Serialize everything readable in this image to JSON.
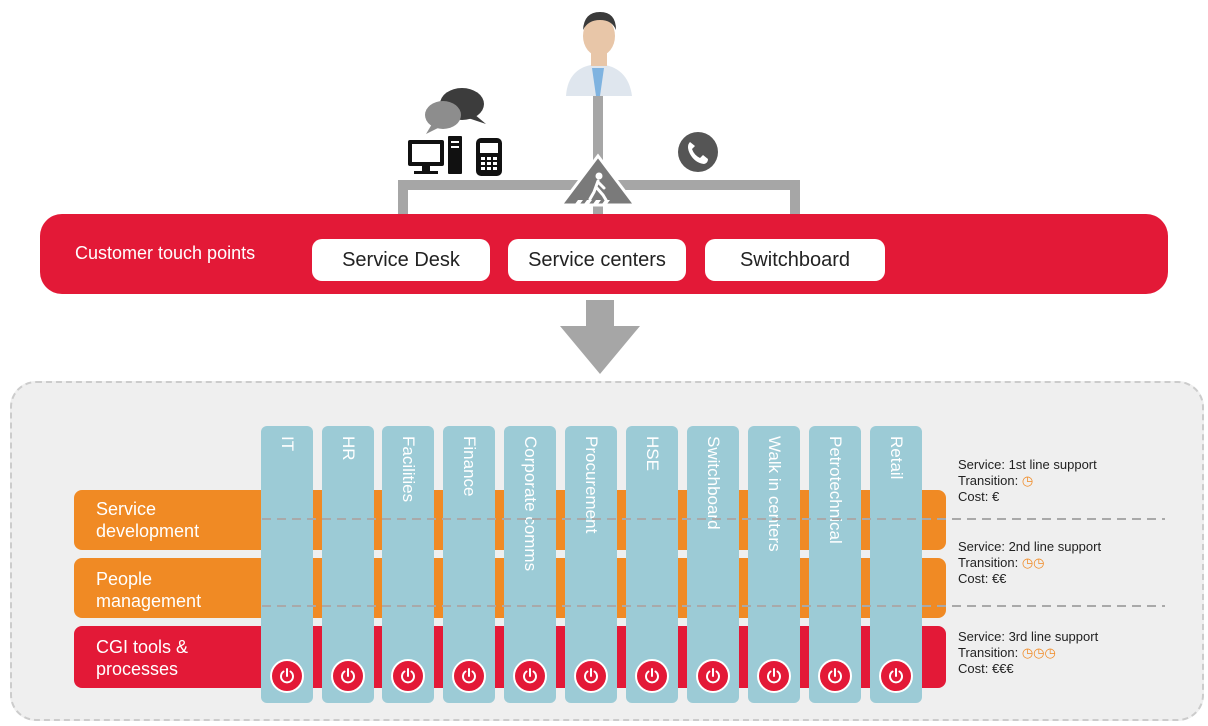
{
  "touch_points": {
    "label": "Customer touch points",
    "boxes": [
      "Service Desk",
      "Service centers",
      "Switchboard"
    ]
  },
  "columns": [
    "IT",
    "HR",
    "Facilities",
    "Finance",
    "Corporate comms",
    "Procurement",
    "HSE",
    "Switchboard",
    "Walk in centers",
    "Petrotechnical",
    "Retail"
  ],
  "rows": [
    {
      "label_line1": "Service",
      "label_line2": "development"
    },
    {
      "label_line1": "People",
      "label_line2": "management"
    },
    {
      "label_line1": "CGI tools &",
      "label_line2": "processes"
    }
  ],
  "services": [
    {
      "service": "Service: 1st line support",
      "transition": "Transition:",
      "clocks": "◷",
      "cost": "Cost: €"
    },
    {
      "service": "Service: 2nd line support",
      "transition": "Transition:",
      "clocks": "◷◷",
      "cost": "Cost: €€"
    },
    {
      "service": "Service: 3rd line support",
      "transition": "Transition:",
      "clocks": "◷◷◷",
      "cost": "Cost: €€€"
    }
  ],
  "colors": {
    "red": "#e31937",
    "orange": "#f08a24",
    "column": "#9ccbd6",
    "arrow": "#a6a6a6"
  },
  "icons": [
    "person-avatar-icon",
    "chat-bubbles-icon",
    "desktop-computer-icon",
    "mobile-phone-icon",
    "pedestrian-crossing-icon",
    "phone-handset-icon",
    "power-icon"
  ]
}
